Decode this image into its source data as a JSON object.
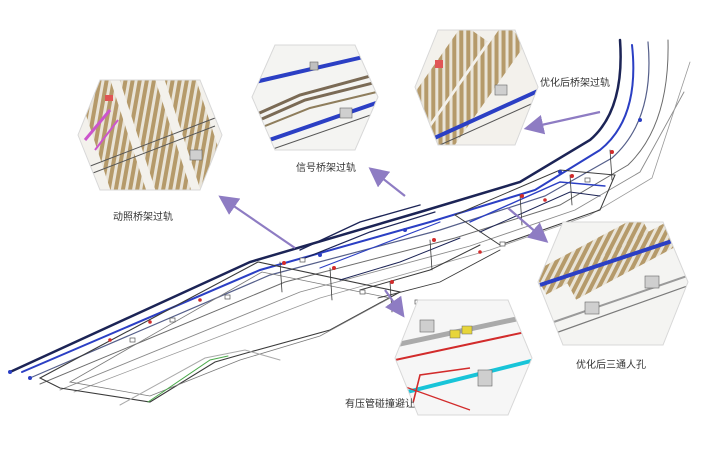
{
  "callouts": [
    {
      "id": "power-bridge",
      "label": "动照桥架过轨"
    },
    {
      "id": "signal-bridge",
      "label": "信号桥架过轨"
    },
    {
      "id": "optimized-bridge",
      "label": "优化后桥架过轨"
    },
    {
      "id": "optimized-tee-manhole",
      "label": "优化后三通人孔"
    },
    {
      "id": "pressure-pipe-clash",
      "label": "有压管碰撞避让"
    }
  ],
  "colors": {
    "arrow": "#8e7cc3",
    "track_sleeper": "#b59a6a",
    "track_rail": "#7a6a55",
    "pipe_blue": "#2b3fc4",
    "pipe_navy": "#1c2456",
    "pipe_red": "#d22b2b",
    "pipe_cyan": "#18c4d8",
    "pipe_green": "#4caa4c"
  }
}
